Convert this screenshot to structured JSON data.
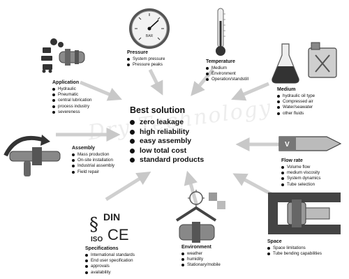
{
  "watermark": "Dry Technology",
  "center": {
    "title": "Best solution",
    "items": [
      "zero leakage",
      "high reliability",
      "easy assembly",
      "low total cost",
      "standard products"
    ]
  },
  "factors": {
    "pressure": {
      "title": "Pressure",
      "items": [
        "System pressure",
        "Pressure peaks"
      ],
      "gauge_label": "BAR"
    },
    "temperature": {
      "title": "Temperature",
      "items": [
        "Medium",
        "Environment",
        "Operation/standstill"
      ]
    },
    "application": {
      "title": "Application",
      "items": [
        "Hydraulic",
        "Pneumatic",
        "central lubrication",
        "process industry",
        "severeness"
      ]
    },
    "medium": {
      "title": "Medium",
      "items": [
        "hydraulic oil type",
        "Compressed air",
        "Water/seawater",
        "other fluids"
      ]
    },
    "assembly": {
      "title": "Assembly",
      "items": [
        "Mass production",
        "On-site installation",
        "Industrial assembly",
        "Field repair"
      ]
    },
    "flow_rate": {
      "title": "Flow rate",
      "items": [
        "Volume flow",
        "medium viscosity",
        "System dynamics",
        "Tube selection"
      ],
      "valve_label": "V"
    },
    "specifications": {
      "title": "Specifications",
      "items": [
        "International standards",
        "End user specification",
        "approvals",
        "availability"
      ],
      "logo_din": "DIN",
      "logo_iso": "ISO",
      "logo_ce": "CE",
      "logo_section": "§"
    },
    "environment": {
      "title": "Environment",
      "items": [
        "weather",
        "humidity",
        "Stationary/mobile"
      ]
    },
    "space": {
      "title": "Space",
      "items": [
        "Space limitations",
        "Tube bending capabilities"
      ]
    }
  }
}
